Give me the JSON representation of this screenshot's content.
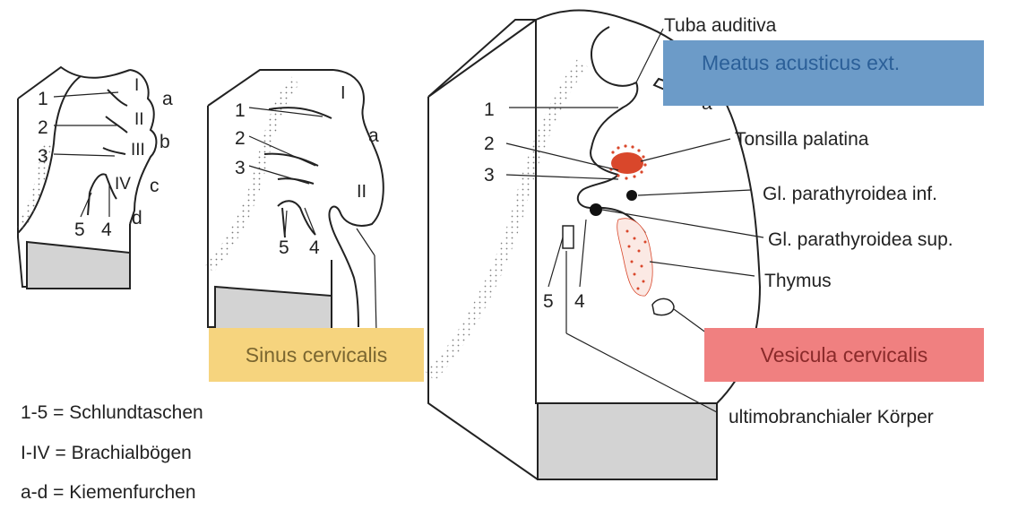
{
  "panels": {
    "left": {
      "pouches": [
        "1",
        "2",
        "3",
        "5",
        "4"
      ],
      "arches": [
        "I",
        "II",
        "III",
        "IV"
      ],
      "furrows": [
        "a",
        "b",
        "c",
        "d"
      ]
    },
    "middle": {
      "pouches": [
        "1",
        "2",
        "3",
        "5",
        "4"
      ],
      "arches": [
        "I",
        "II"
      ],
      "furrows": [
        "a"
      ]
    },
    "right": {
      "pouches": [
        "1",
        "2",
        "3",
        "5",
        "4"
      ],
      "furrows": [
        "a"
      ],
      "labels": {
        "tuba": "Tuba auditiva",
        "tonsilla": "Tonsilla palatina",
        "gl_inf": "Gl. parathyroidea inf.",
        "gl_sup": "Gl. parathyroidea sup.",
        "thymus": "Thymus",
        "ultimo": "ultimobranchialer Körper"
      }
    }
  },
  "highlights": {
    "meatus": {
      "label": "Meatus acusticus ext.",
      "color": "#6c9bc8",
      "text_color": "#2b5f98"
    },
    "sinus": {
      "label": "Sinus cervicalis",
      "color": "#f6d47e",
      "text_color": "#7a6630"
    },
    "vesicula": {
      "label": "Vesicula cervicalis",
      "color": "#f08080",
      "text_color": "#8a2a2a"
    }
  },
  "legend": [
    "1-5 = Schlundtaschen",
    "I-IV = Brachialbögen",
    "a-d = Kiemenfurchen"
  ],
  "colors": {
    "line": "#222222",
    "gray_face": "#d3d3d3",
    "tonsil": "#d9472b",
    "thymus_dots": "#d9472b"
  }
}
